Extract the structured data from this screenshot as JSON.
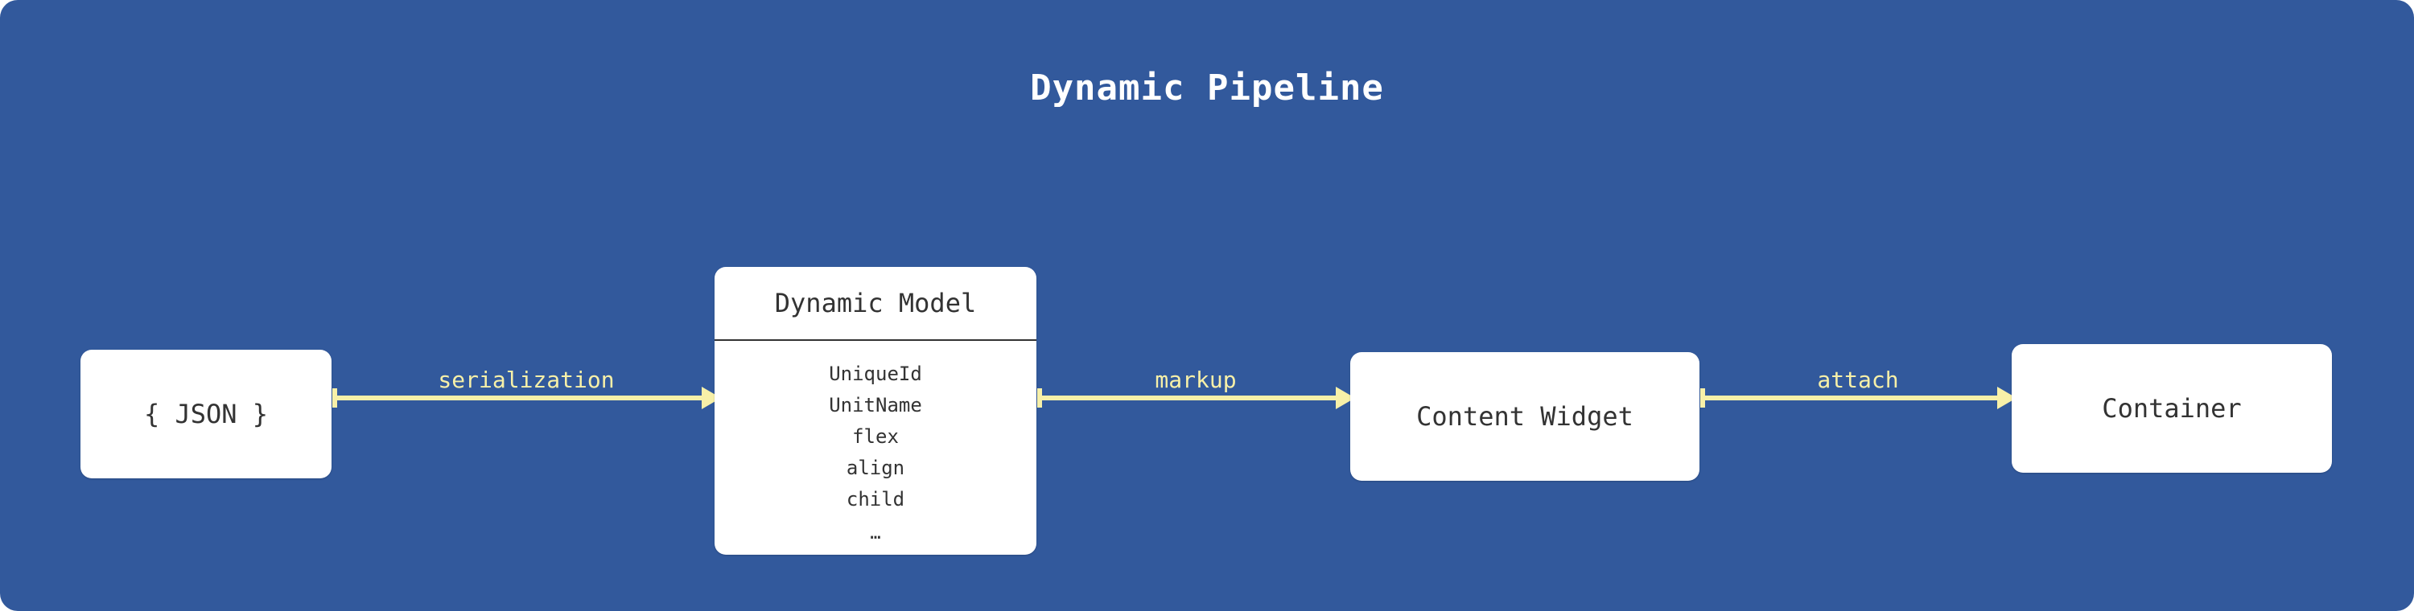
{
  "diagram": {
    "title": "Dynamic Pipeline",
    "type": "flow",
    "background_color": "#32599c",
    "node_fill_color": "#ffffff",
    "node_text_color": "#333333",
    "edge_color": "#f7f0a8",
    "title_color": "#ffffff",
    "nodes": [
      {
        "id": "json",
        "label": "{ JSON }",
        "shape": "rounded-rect"
      },
      {
        "id": "model",
        "label": "Dynamic Model",
        "shape": "class-box",
        "fields": [
          "UniqueId",
          "UnitName",
          "flex",
          "align",
          "child",
          "…"
        ]
      },
      {
        "id": "widget",
        "label": "Content Widget",
        "shape": "rounded-rect"
      },
      {
        "id": "container",
        "label": "Container",
        "shape": "rounded-rect"
      }
    ],
    "edges": [
      {
        "id": "e1",
        "from": "json",
        "to": "model",
        "label": "serialization",
        "arrow": "right"
      },
      {
        "id": "e2",
        "from": "model",
        "to": "widget",
        "label": "markup",
        "arrow": "right"
      },
      {
        "id": "e3",
        "from": "widget",
        "to": "container",
        "label": "attach",
        "arrow": "right"
      }
    ]
  }
}
